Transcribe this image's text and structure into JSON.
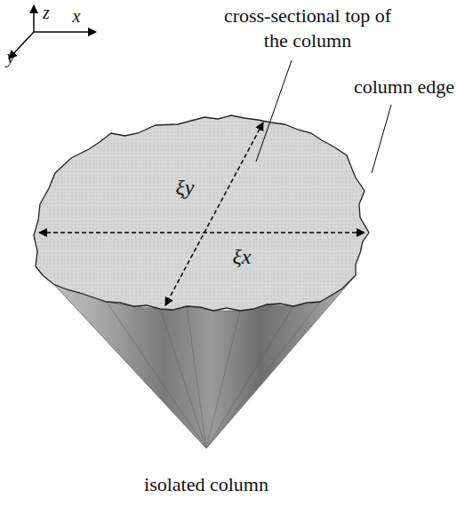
{
  "diagram": {
    "labels": [
      "z",
      "x",
      "y",
      "cross-sectional top of the column",
      "column edge",
      "ξy",
      "ξx",
      "isolated column"
    ]
  }
}
